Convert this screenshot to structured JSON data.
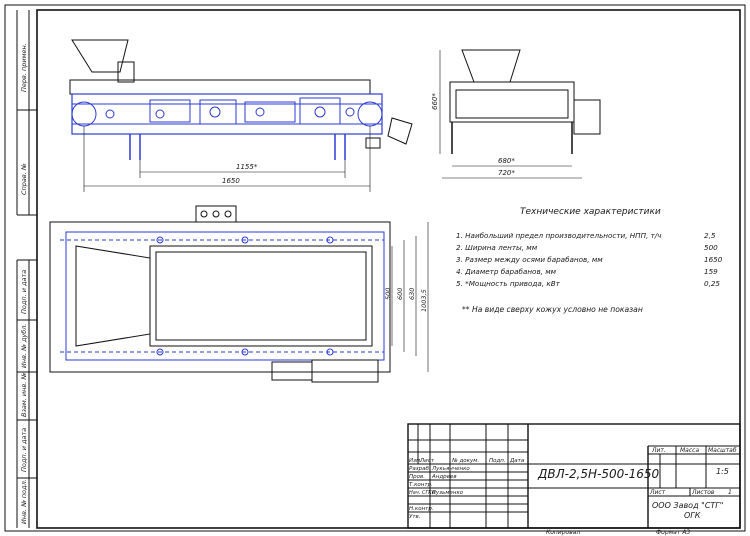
{
  "side_labels": [
    "Перв. примен.",
    "Справ. №",
    "Подп. и дата",
    "Инв. № дубл.",
    "Взам. инв. №",
    "Подп. и дата",
    "Инв. № подл."
  ],
  "dimensions": {
    "side_1155": "1155*",
    "side_1650": "1650",
    "end_660": "660*",
    "end_680": "680*",
    "end_720": "720*",
    "top_500": "500",
    "top_600": "600",
    "top_630": "630",
    "top_1003": "1003,5"
  },
  "specs": {
    "title": "Технические характеристики",
    "rows": [
      {
        "label": "1. Наибольший предел производительности, НПП, т/ч",
        "value": "2,5"
      },
      {
        "label": "2. Ширина ленты, мм",
        "value": "500"
      },
      {
        "label": "3. Размер между осями барабанов, мм",
        "value": "1650"
      },
      {
        "label": "4. Диаметр барабанов, мм",
        "value": "159"
      },
      {
        "label": "5. *Мощность привода, кВт",
        "value": "0,25"
      }
    ],
    "note": "** На виде сверху кожух условно не показан"
  },
  "title_block": {
    "designation": "ДВЛ-2,5Н-500-1650",
    "col_headers": [
      "Изм.",
      "Лист",
      "№ докум.",
      "Подп.",
      "Дата"
    ],
    "roles": [
      "Разраб.",
      "Пров.",
      "Т.контр.",
      "Нач. СГКО",
      "Н.контр.",
      "Утв."
    ],
    "names": [
      "Лукьянченко",
      "Андреев",
      "",
      "Кузьменко",
      "",
      ""
    ],
    "lit_label": "Лит.",
    "mass_label": "Масса",
    "scale_label": "Масштаб",
    "scale_value": "1:5",
    "sheet_label": "Лист",
    "sheets_label": "Листов",
    "sheets_value": "1",
    "org_line1": "ООО Завод \"СТГ\"",
    "org_line2": "ОГК",
    "copied": "Копировал",
    "format": "Формат  А3"
  }
}
